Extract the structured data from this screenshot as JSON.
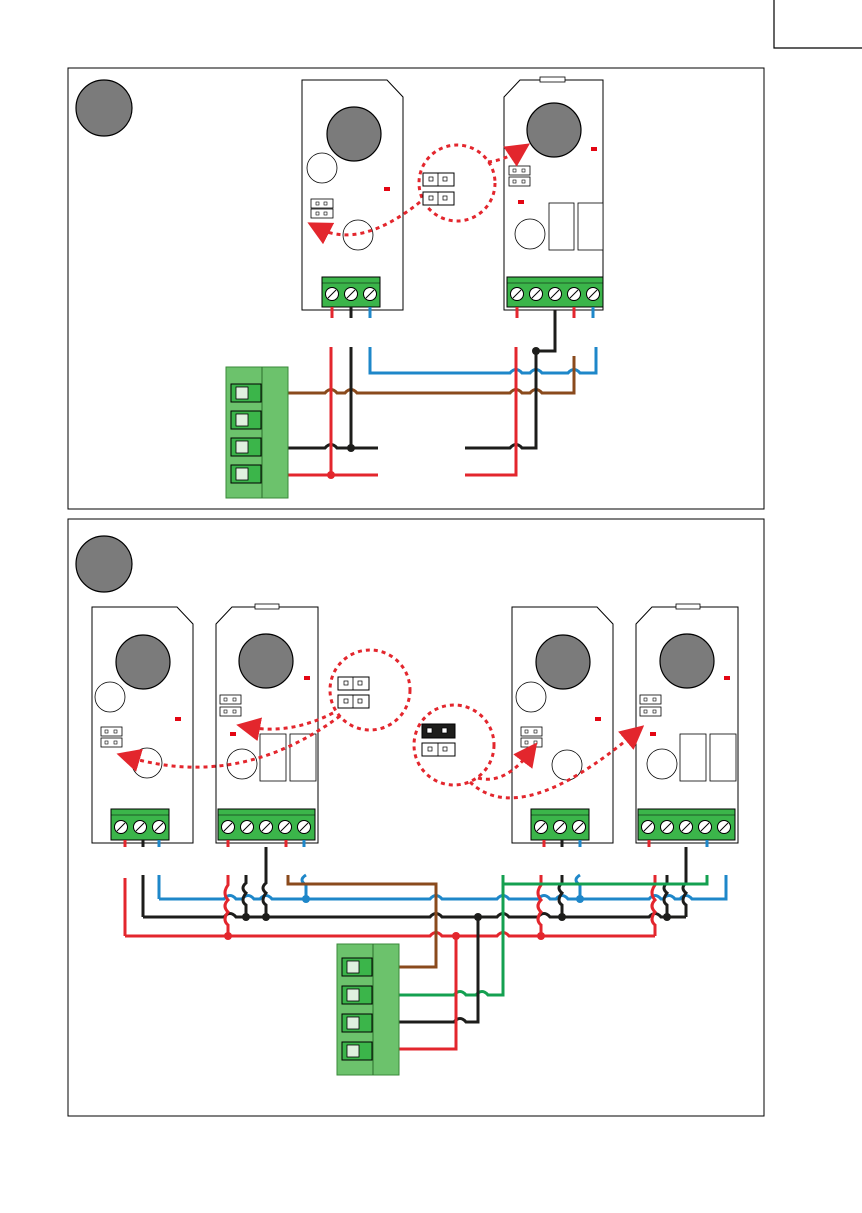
{
  "colors": {
    "red": "#e3262d",
    "black": "#1d1d1b",
    "blue": "#1e87c9",
    "brown": "#8a4a1c",
    "green": "#14a050",
    "terminal_green": "#3bb54a",
    "connector_green": "#6cc26c",
    "badge_gray": "#7b7b7b",
    "led_red": "#e30613"
  },
  "panels": [
    {
      "badge_icon": "step-badge-circle",
      "jumper_detail": "both-open"
    },
    {
      "badge_icon": "step-badge-circle",
      "jumper_detail": "open-and-closed"
    }
  ]
}
